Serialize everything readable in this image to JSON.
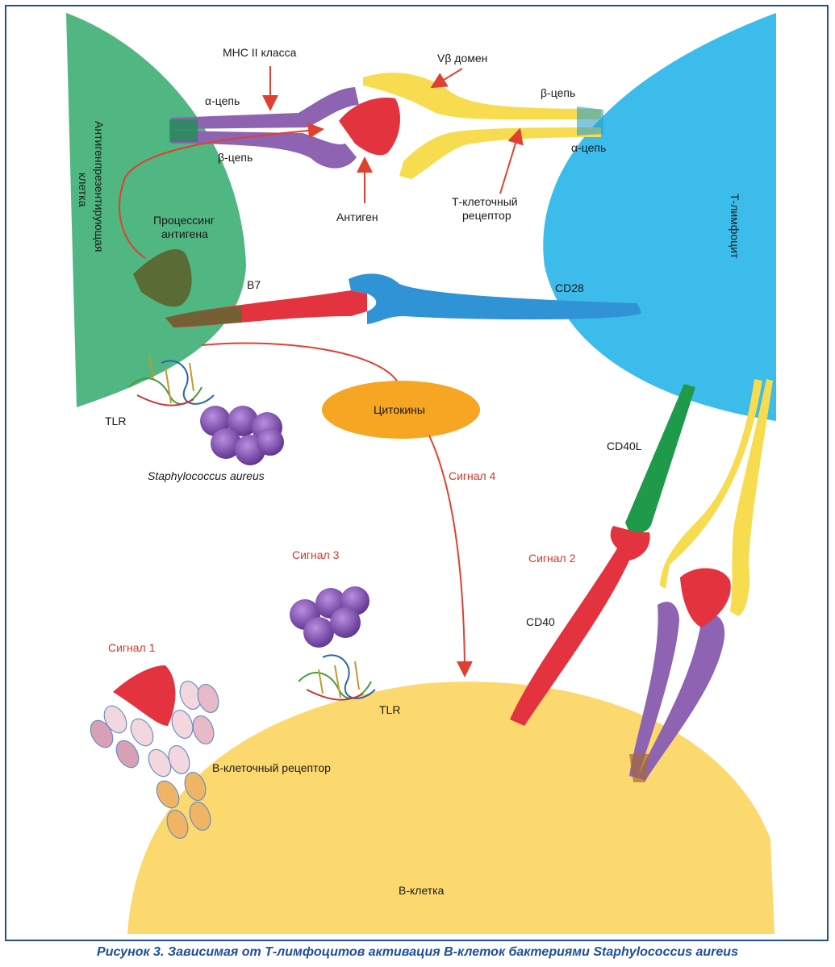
{
  "caption": "Рисунок 3. Зависимая от Т-лимфоцитов активация В-клеток бактериями Staphylococcus aureus",
  "labels": {
    "mhc": "MHC II класса",
    "alpha_chain_apc": "α-цепь",
    "beta_chain_apc": "β-цепь",
    "vbeta": "Vβ домен",
    "beta_chain_tcr": "β-цепь",
    "alpha_chain_tcr": "α-цепь",
    "antigen": "Антиген",
    "tcr_line1": "Т-клеточный",
    "tcr_line2": "рецептор",
    "apc_line1": "Антигенпрезентирующая",
    "apc_line2": "клетка",
    "processing_line1": "Процессинг",
    "processing_line2": "антигена",
    "b7": "B7",
    "cd28": "CD28",
    "t_cell": "Т-лимфоцит",
    "tlr_top": "TLR",
    "staph": "Staphylococcus aureus",
    "cytokines": "Цитокины",
    "cd40l": "CD40L",
    "signal4": "Сигнал 4",
    "signal3": "Сигнал 3",
    "signal2": "Сигнал 2",
    "signal1": "Сигнал 1",
    "cd40": "CD40",
    "tlr_bottom": "TLR",
    "bcr": "В-клеточный рецептор",
    "b_cell": "В-клетка"
  },
  "colors": {
    "apc": "#3dae74",
    "t_cell": "#3cbcea",
    "b_cell": "#fcd96f",
    "mhc": "#8e63b2",
    "tcr": "#f6dc4e",
    "antigen": "#e2333f",
    "cytokines": "#f6a623",
    "cd40l": "#1f9a4a",
    "arrow": "#e0402f",
    "staph": "#7a4aa8",
    "frame": "#1f4e9c"
  }
}
